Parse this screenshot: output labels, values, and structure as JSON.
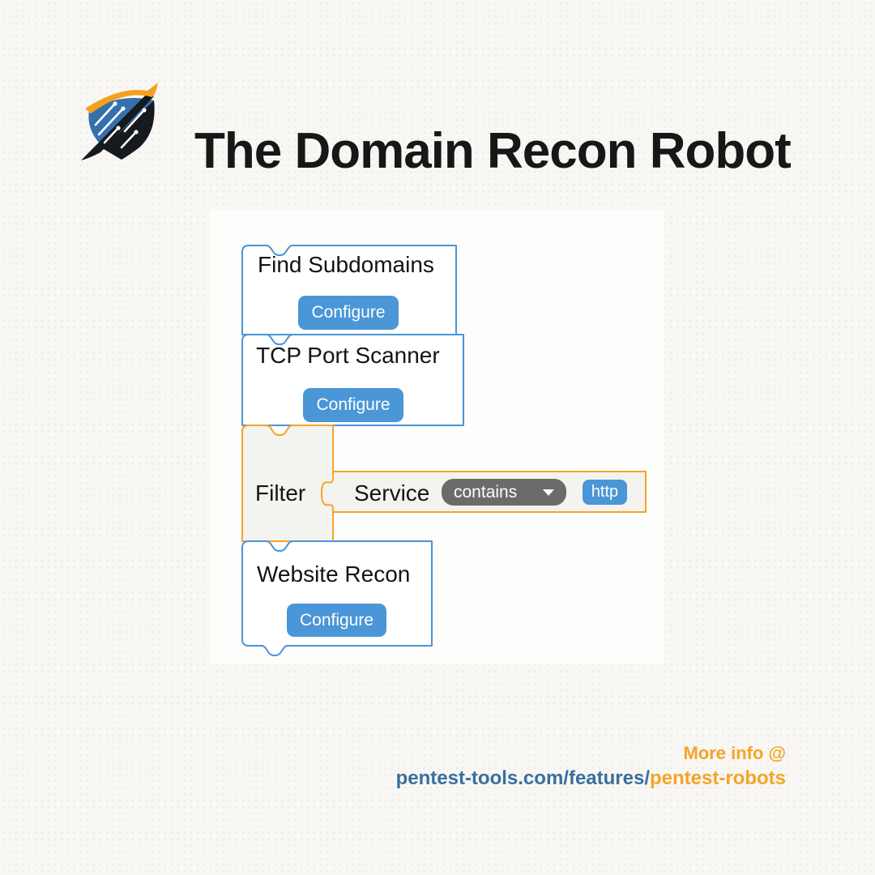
{
  "header": {
    "title": "The Domain Recon Robot"
  },
  "logo": {
    "name": "pentest-tools-shield-logo"
  },
  "workflow": {
    "blocks": [
      {
        "id": "find-subdomains",
        "label": "Find Subdomains",
        "button_label": "Configure",
        "type": "tool"
      },
      {
        "id": "tcp-port-scanner",
        "label": "TCP Port Scanner",
        "button_label": "Configure",
        "type": "tool"
      },
      {
        "id": "filter",
        "label": "Filter",
        "type": "filter",
        "condition": {
          "field": "Service",
          "operator": "contains",
          "value": "http"
        }
      },
      {
        "id": "website-recon",
        "label": "Website Recon",
        "button_label": "Configure",
        "type": "tool"
      }
    ]
  },
  "footer": {
    "more_info": "More info @",
    "url_plain": "pentest-tools.com/features/",
    "url_highlight": "pentest-robots"
  },
  "colors": {
    "block_blue": "#4a94d8",
    "button_blue": "#4a96d6",
    "accent_orange": "#f5a427",
    "dropdown_gray": "#6b6b6b",
    "link_blue": "#3a6f9e",
    "background": "#f8f7f4"
  }
}
